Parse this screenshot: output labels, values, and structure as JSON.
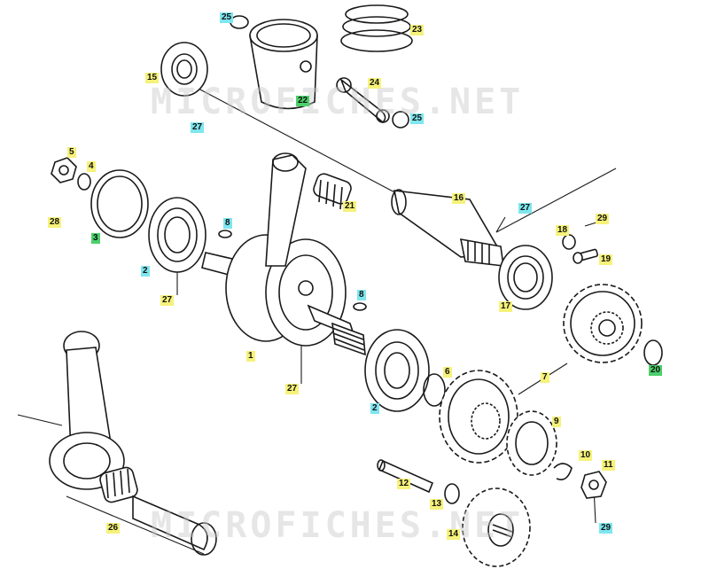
{
  "watermark": {
    "text": "MICROFICHES.NET"
  },
  "colors": {
    "yellow": "#f6f27a",
    "cyan": "#7ee6ee",
    "green": "#4bd06a",
    "watermark": "#c8c8c8",
    "line": "#1a1a1a"
  },
  "callouts": [
    {
      "id": "c25a",
      "label": "25",
      "color": "cyan"
    },
    {
      "id": "c23",
      "label": "23",
      "color": "yellow"
    },
    {
      "id": "c15",
      "label": "15",
      "color": "yellow"
    },
    {
      "id": "c22",
      "label": "22",
      "color": "green"
    },
    {
      "id": "c24",
      "label": "24",
      "color": "yellow"
    },
    {
      "id": "c25b",
      "label": "25",
      "color": "cyan"
    },
    {
      "id": "c27a",
      "label": "27",
      "color": "cyan"
    },
    {
      "id": "c5",
      "label": "5",
      "color": "yellow"
    },
    {
      "id": "c4",
      "label": "4",
      "color": "yellow"
    },
    {
      "id": "c28",
      "label": "28",
      "color": "yellow"
    },
    {
      "id": "c3",
      "label": "3",
      "color": "green"
    },
    {
      "id": "c8a",
      "label": "8",
      "color": "cyan"
    },
    {
      "id": "c2a",
      "label": "2",
      "color": "cyan"
    },
    {
      "id": "c21",
      "label": "21",
      "color": "yellow"
    },
    {
      "id": "c16",
      "label": "16",
      "color": "yellow"
    },
    {
      "id": "c27b",
      "label": "27",
      "color": "cyan"
    },
    {
      "id": "c18",
      "label": "18",
      "color": "yellow"
    },
    {
      "id": "c29a",
      "label": "29",
      "color": "yellow"
    },
    {
      "id": "c19",
      "label": "19",
      "color": "yellow"
    },
    {
      "id": "c27c",
      "label": "27",
      "color": "yellow"
    },
    {
      "id": "c17",
      "label": "17",
      "color": "yellow"
    },
    {
      "id": "c8b",
      "label": "8",
      "color": "cyan"
    },
    {
      "id": "c1",
      "label": "1",
      "color": "yellow"
    },
    {
      "id": "c27d",
      "label": "27",
      "color": "yellow"
    },
    {
      "id": "c2b",
      "label": "2",
      "color": "cyan"
    },
    {
      "id": "c6",
      "label": "6",
      "color": "yellow"
    },
    {
      "id": "c7",
      "label": "7",
      "color": "yellow"
    },
    {
      "id": "c20",
      "label": "20",
      "color": "green"
    },
    {
      "id": "c9",
      "label": "9",
      "color": "yellow"
    },
    {
      "id": "c10",
      "label": "10",
      "color": "yellow"
    },
    {
      "id": "c11",
      "label": "11",
      "color": "yellow"
    },
    {
      "id": "c12",
      "label": "12",
      "color": "yellow"
    },
    {
      "id": "c13",
      "label": "13",
      "color": "yellow"
    },
    {
      "id": "c14",
      "label": "14",
      "color": "yellow"
    },
    {
      "id": "c29b",
      "label": "29",
      "color": "cyan"
    },
    {
      "id": "c26",
      "label": "26",
      "color": "yellow"
    }
  ]
}
